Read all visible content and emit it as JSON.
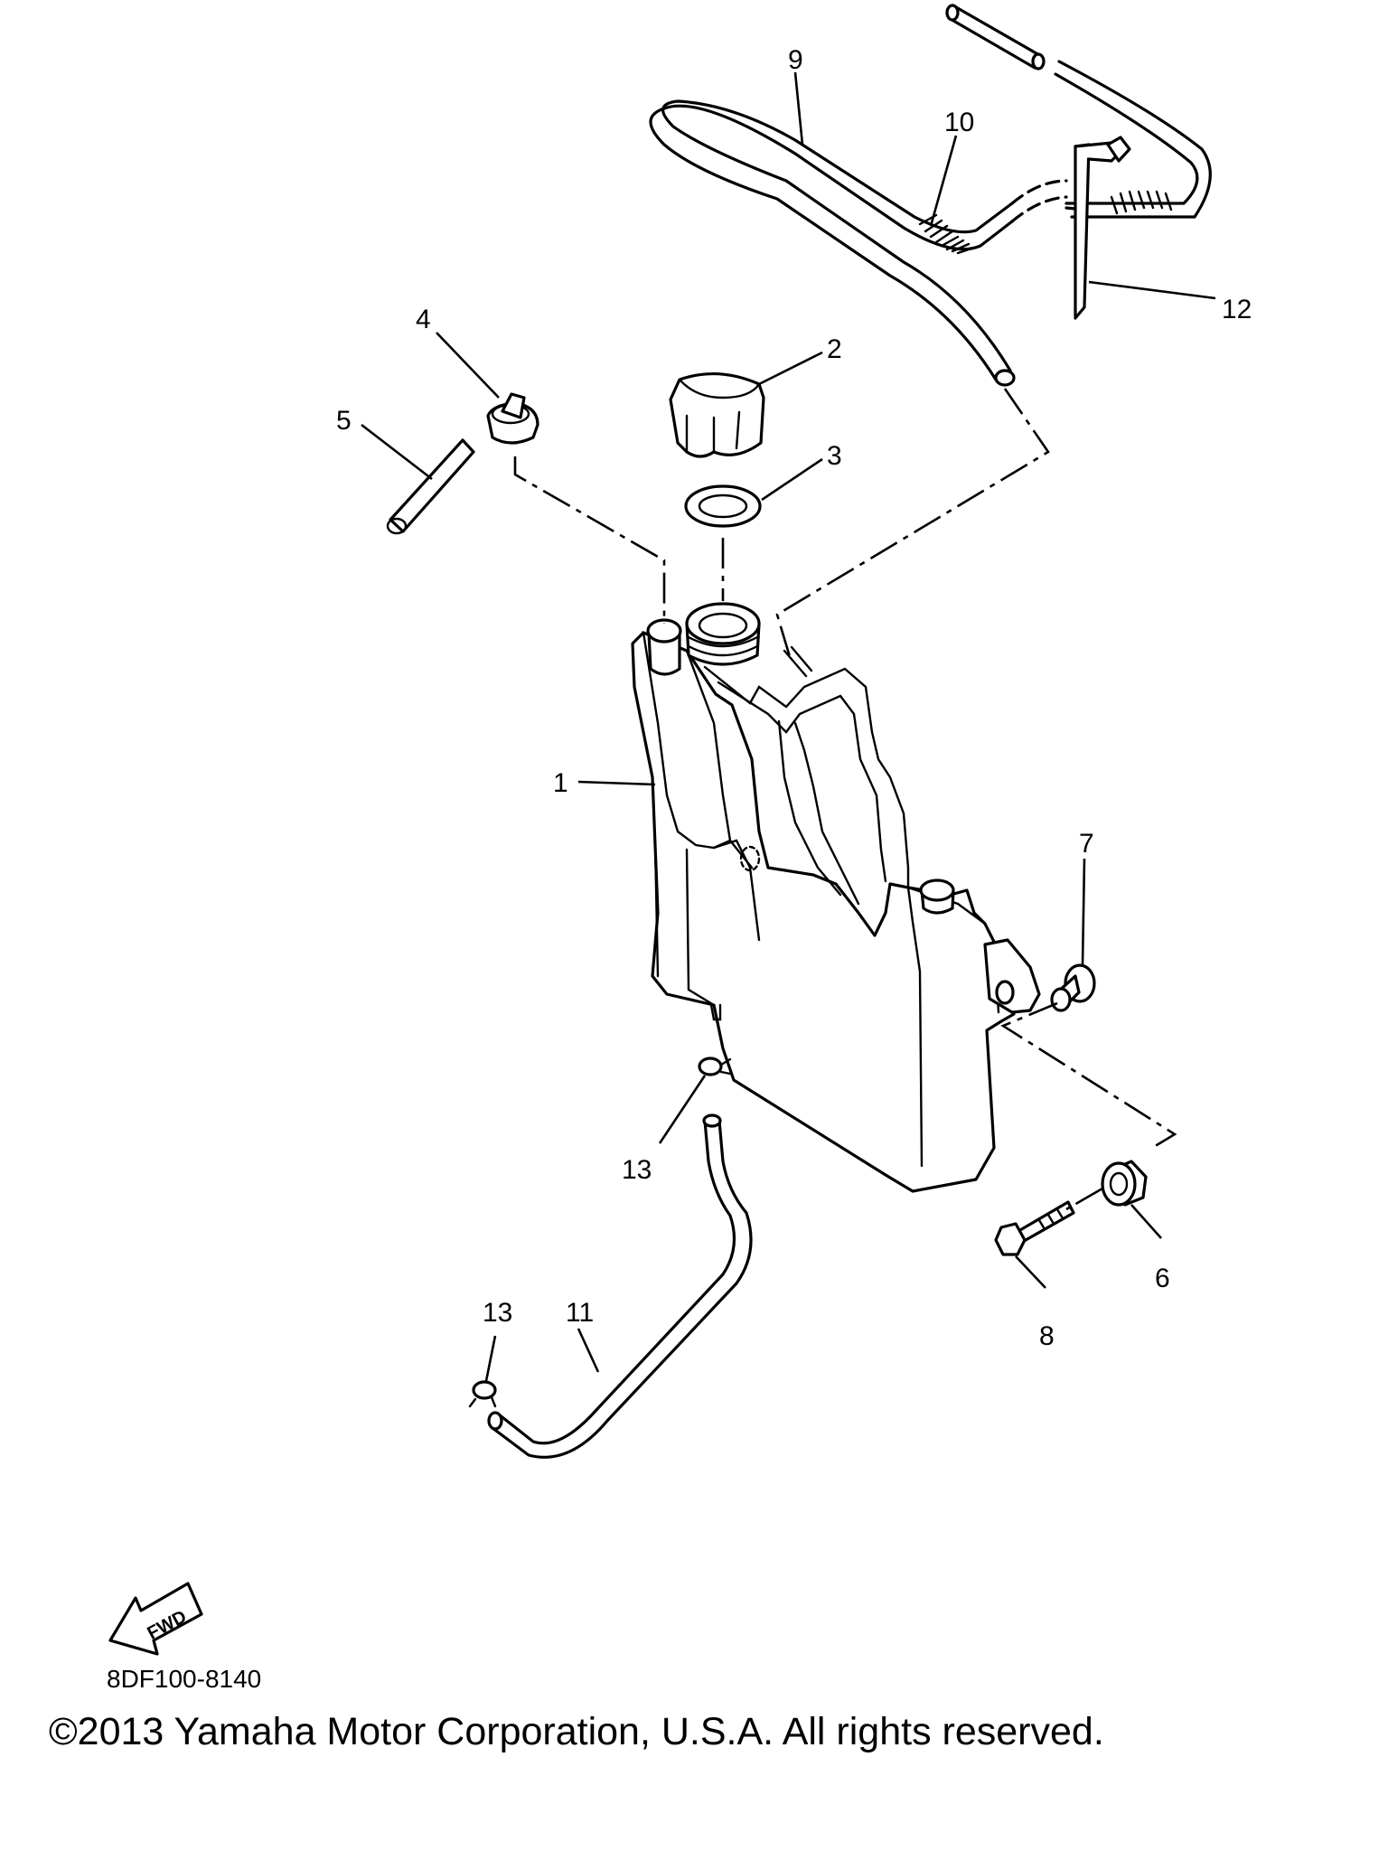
{
  "callouts": {
    "c1": "1",
    "c2": "2",
    "c3": "3",
    "c4": "4",
    "c5": "5",
    "c6": "6",
    "c7": "7",
    "c8": "8",
    "c9": "9",
    "c10": "10",
    "c11": "11",
    "c12": "12",
    "c13a": "13",
    "c13b": "13"
  },
  "fwd_label": "FWD",
  "diagram_code": "8DF100-8140",
  "copyright": "©2013 Yamaha Motor Corporation, U.S.A. All rights reserved."
}
